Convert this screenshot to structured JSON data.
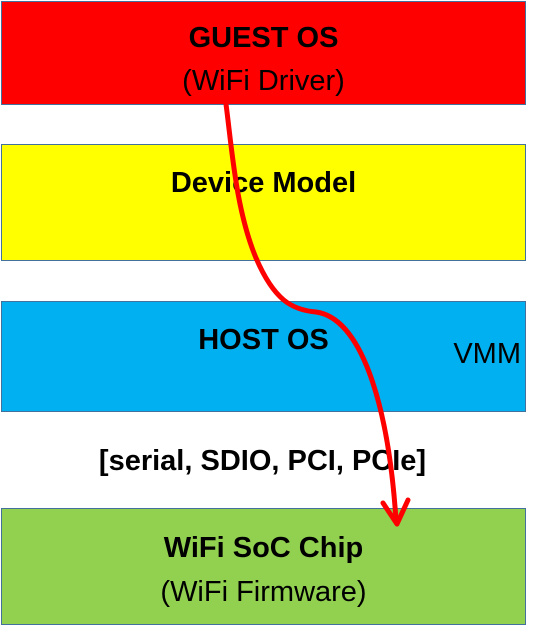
{
  "layers": {
    "guest": {
      "title": "GUEST OS",
      "subtitle": "(WiFi Driver)",
      "color": "#FF0000"
    },
    "device_model": {
      "title": "Device Model",
      "color": "#FFFF00"
    },
    "host": {
      "title": "HOST OS",
      "side_label": "VMM",
      "color": "#00B0F0"
    },
    "soc": {
      "title": "WiFi SoC Chip",
      "subtitle": "(WiFi Firmware)",
      "color": "#92D050"
    }
  },
  "bus_label": "[serial, SDIO, PCI, PCIe]",
  "arrow_color": "#FF0000"
}
